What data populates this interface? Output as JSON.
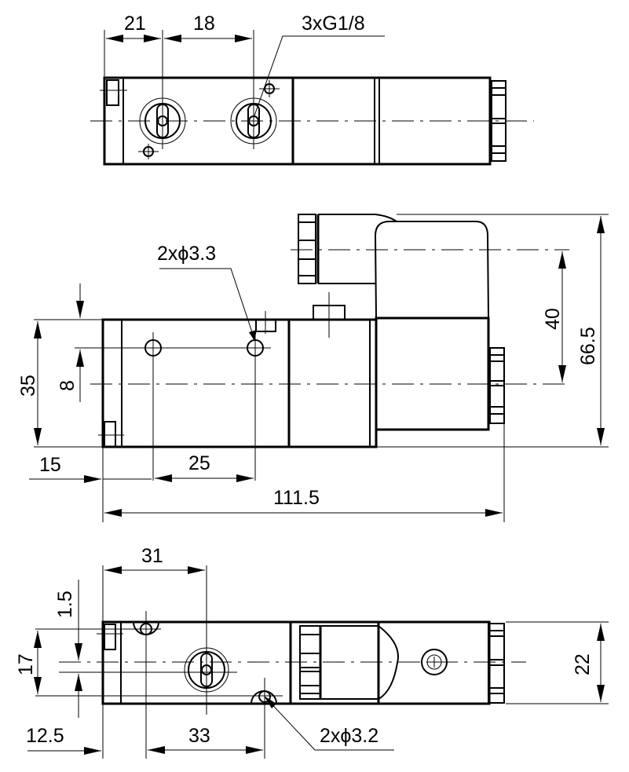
{
  "drawing": {
    "title": "Solenoid valve dimension drawing",
    "units": "mm",
    "stroke_color": "#000000",
    "background": "#ffffff"
  },
  "top_view": {
    "dims": {
      "d21": "21",
      "d18": "18",
      "ports": "3xG1/8"
    }
  },
  "side_view": {
    "dims": {
      "holes": "2xϕ3.3",
      "d35": "35",
      "d8": "8",
      "d15": "15",
      "d25": "25",
      "d111_5": "111.5",
      "d40": "40",
      "d66_5": "66.5"
    }
  },
  "bottom_view": {
    "dims": {
      "d31": "31",
      "d1_5": "1.5",
      "d17": "17",
      "d12_5": "12.5",
      "d33": "33",
      "d22": "22",
      "holes": "2xϕ3.2"
    }
  }
}
